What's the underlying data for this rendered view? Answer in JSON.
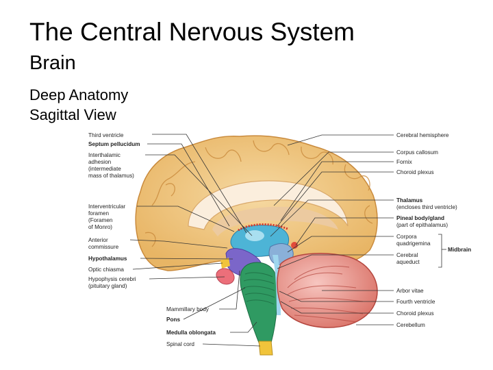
{
  "slide": {
    "title": "The Central Nervous System",
    "subtitle": "Brain",
    "heading1": "Deep Anatomy",
    "heading2": "Sagittal View"
  },
  "left_labels": {
    "third_ventricle": "Third ventricle",
    "septum_pellucidum": "Septum pellucidum",
    "interthalamic_1": "Interthalamic",
    "interthalamic_2": "adhesion",
    "interthalamic_3": "(intermediate",
    "interthalamic_4": "mass of thalamus)",
    "interventricular_1": "Interventricular",
    "interventricular_2": "foramen",
    "interventricular_3": "(Foramen",
    "interventricular_4": "of Monro)",
    "anterior_1": "Anterior",
    "anterior_2": "commissure",
    "hypothalamus": "Hypothalamus",
    "optic_chiasma": "Optic chiasma",
    "hypophysis_1": "Hypophysis cerebri",
    "hypophysis_2": "(pituitary gland)"
  },
  "bottom_labels": {
    "mammillary_body": "Mammillary body",
    "pons": "Pons",
    "medulla_oblongata": "Medulla oblongata",
    "spinal_cord": "Spinal cord"
  },
  "right_labels": {
    "cerebral_hemisphere": "Cerebral hemisphere",
    "corpus_callosum": "Corpus callosum",
    "fornix": "Fornix",
    "choroid_plexus_top": "Choroid plexus",
    "thalamus_1": "Thalamus",
    "thalamus_2": "(encloses third ventricle)",
    "pineal_1": "Pineal body/gland",
    "pineal_2": "(part of epithalamus)",
    "corpora_1": "Corpora",
    "corpora_2": "quadrigemina",
    "cerebral_aqueduct_1": "Cerebral",
    "cerebral_aqueduct_2": "aqueduct",
    "midbrain": "Midbrain",
    "arbor_vitae": "Arbor vitae",
    "fourth_ventricle": "Fourth ventricle",
    "choroid_plexus_bottom": "Choroid plexus",
    "cerebellum": "Cerebellum"
  }
}
